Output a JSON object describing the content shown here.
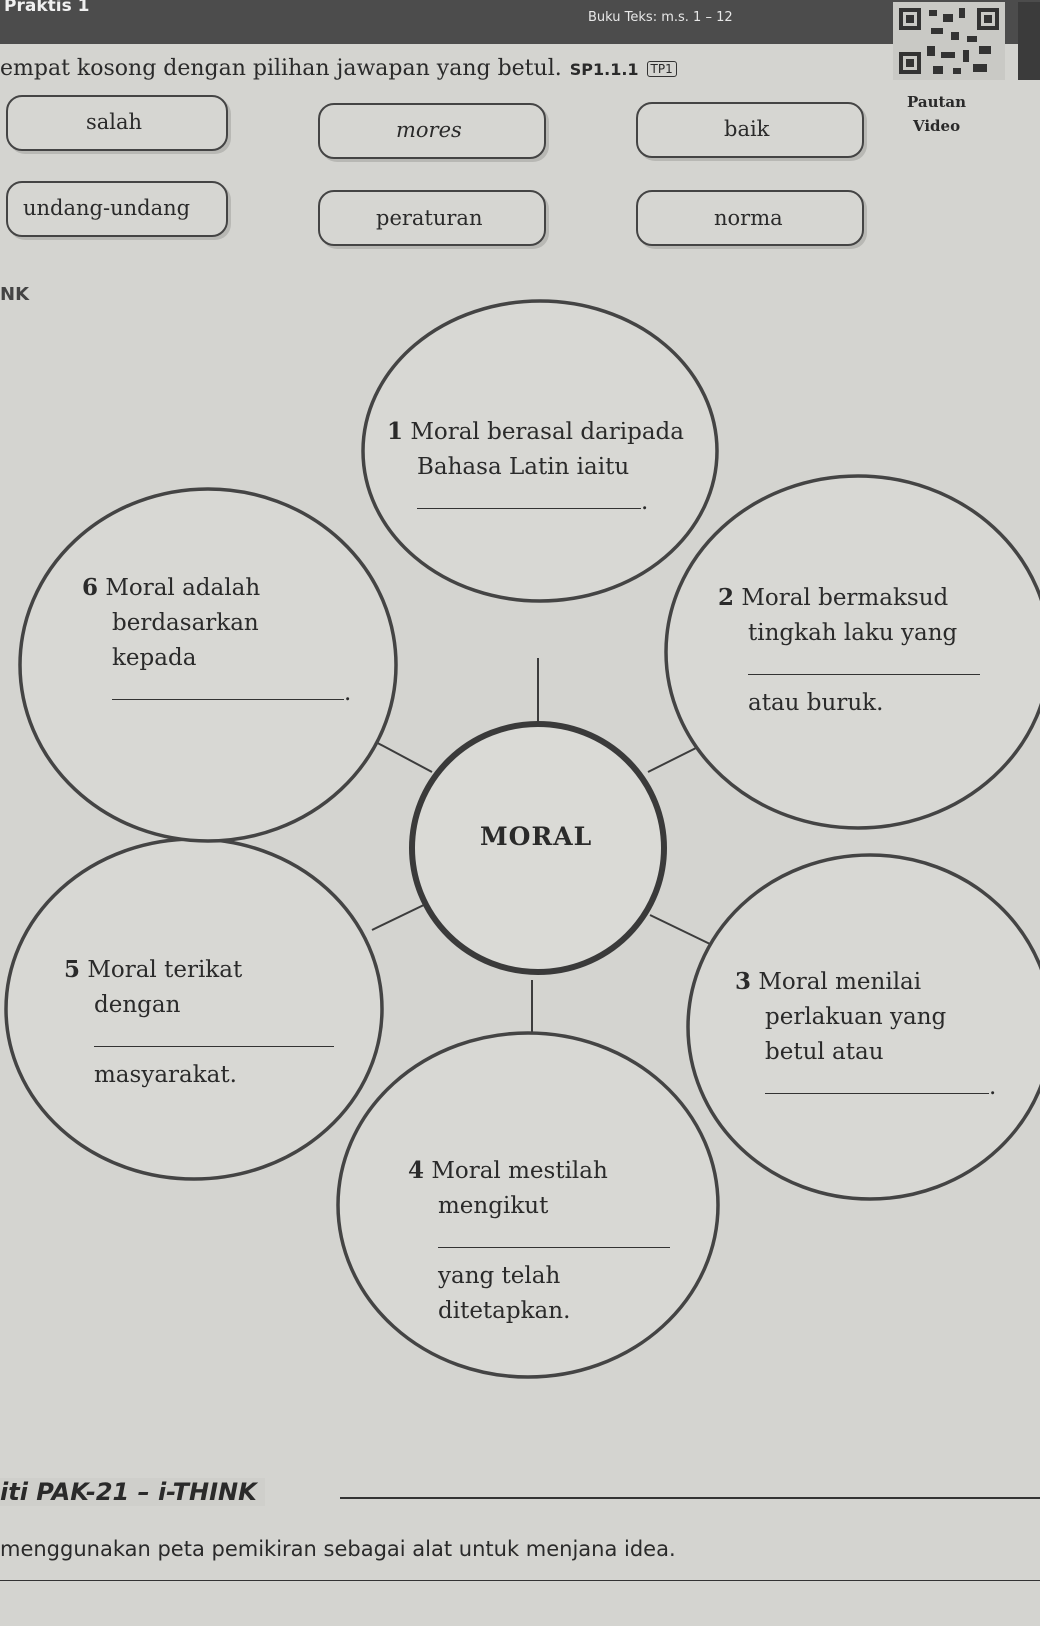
{
  "header": {
    "section": "Praktis 1",
    "reference": "Buku Teks: m.s. 1 – 12"
  },
  "instruction": {
    "text": "empat kosong dengan pilihan jawapan yang betul.",
    "code": "SP1.1.1",
    "level": "TP1"
  },
  "pautan": {
    "line1": "Pautan",
    "line2": "Video"
  },
  "word_bank": [
    "salah",
    "mores",
    "baik",
    "undang-undang",
    "peraturan",
    "norma"
  ],
  "nk_label": "NK",
  "circles": {
    "center": "MORAL",
    "c1": {
      "num": "1",
      "l1": "Moral berasal daripada",
      "l2": "Bahasa Latin iaitu",
      "end": "."
    },
    "c2": {
      "num": "2",
      "l1": "Moral bermaksud",
      "l2": "tingkah laku yang",
      "l4": "atau buruk."
    },
    "c3": {
      "num": "3",
      "l1": "Moral menilai",
      "l2": "perlakuan yang",
      "l3": "betul atau",
      "end": "."
    },
    "c4": {
      "num": "4",
      "l1": "Moral mestilah",
      "l2": "mengikut",
      "l4": "yang telah",
      "l5": "ditetapkan."
    },
    "c5": {
      "num": "5",
      "l1": "Moral terikat",
      "l2": "dengan",
      "l4": "masyarakat."
    },
    "c6": {
      "num": "6",
      "l1": "Moral adalah",
      "l2": "berdasarkan",
      "l3": "kepada",
      "end": "."
    }
  },
  "footer": {
    "title": "iti PAK-21 – i-THINK",
    "text": "menggunakan peta pemikiran sebagai alat untuk menjana idea."
  }
}
